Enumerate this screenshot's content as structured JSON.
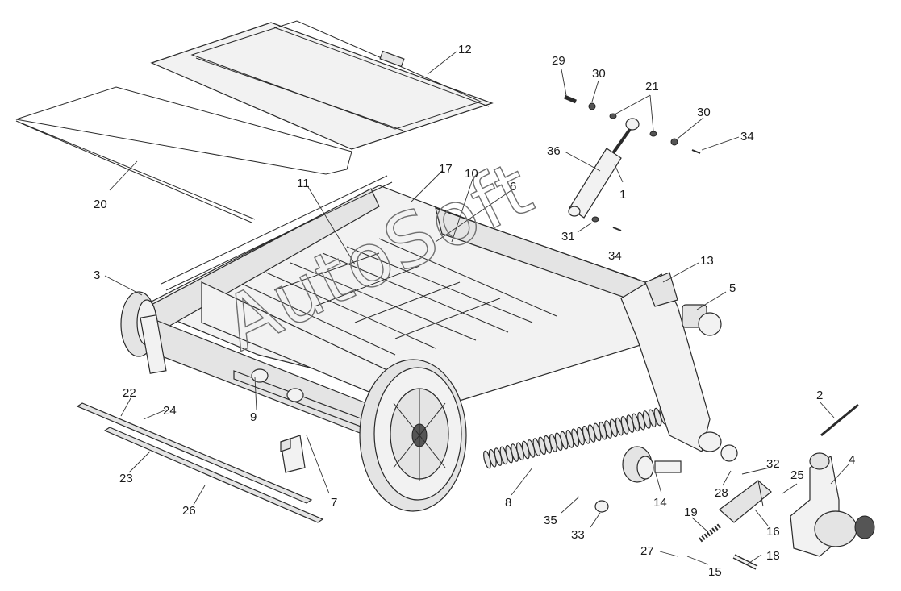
{
  "watermark": "AutoSoft",
  "callouts": [
    {
      "id": "c1",
      "label": "1"
    },
    {
      "id": "c2",
      "label": "2"
    },
    {
      "id": "c3",
      "label": "3"
    },
    {
      "id": "c4",
      "label": "4"
    },
    {
      "id": "c5",
      "label": "5"
    },
    {
      "id": "c6",
      "label": "6"
    },
    {
      "id": "c7",
      "label": "7"
    },
    {
      "id": "c8",
      "label": "8"
    },
    {
      "id": "c9",
      "label": "9"
    },
    {
      "id": "c10",
      "label": "10"
    },
    {
      "id": "c11",
      "label": "11"
    },
    {
      "id": "c12",
      "label": "12"
    },
    {
      "id": "c13",
      "label": "13"
    },
    {
      "id": "c14",
      "label": "14"
    },
    {
      "id": "c15",
      "label": "15"
    },
    {
      "id": "c16",
      "label": "16"
    },
    {
      "id": "c17",
      "label": "17"
    },
    {
      "id": "c18",
      "label": "18"
    },
    {
      "id": "c19",
      "label": "19"
    },
    {
      "id": "c20",
      "label": "20"
    },
    {
      "id": "c21",
      "label": "21"
    },
    {
      "id": "c22",
      "label": "22"
    },
    {
      "id": "c23",
      "label": "23"
    },
    {
      "id": "c24",
      "label": "24"
    },
    {
      "id": "c25",
      "label": "25"
    },
    {
      "id": "c26",
      "label": "26"
    },
    {
      "id": "c27",
      "label": "27"
    },
    {
      "id": "c28",
      "label": "28"
    },
    {
      "id": "c29",
      "label": "29"
    },
    {
      "id": "c30a",
      "label": "30"
    },
    {
      "id": "c30b",
      "label": "30"
    },
    {
      "id": "c31",
      "label": "31"
    },
    {
      "id": "c32",
      "label": "32"
    },
    {
      "id": "c33",
      "label": "33"
    },
    {
      "id": "c34a",
      "label": "34"
    },
    {
      "id": "c34b",
      "label": "34"
    },
    {
      "id": "c35",
      "label": "35"
    },
    {
      "id": "c36",
      "label": "36"
    }
  ]
}
